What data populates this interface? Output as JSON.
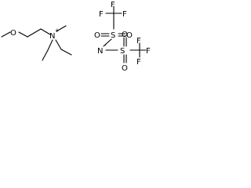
{
  "cation": {
    "atoms": {
      "o_methoxy": "O",
      "n_ammonium": "N",
      "n_charge": "+"
    }
  },
  "anion": {
    "atoms": {
      "f1": "F",
      "f2": "F",
      "f3": "F",
      "s1": "S",
      "o1a": "O",
      "o1b": "O",
      "n_imide": "N",
      "n_charge": "-",
      "s2": "S",
      "o2a": "O",
      "o2b": "O",
      "f4": "F",
      "f5": "F",
      "f6": "F"
    }
  }
}
